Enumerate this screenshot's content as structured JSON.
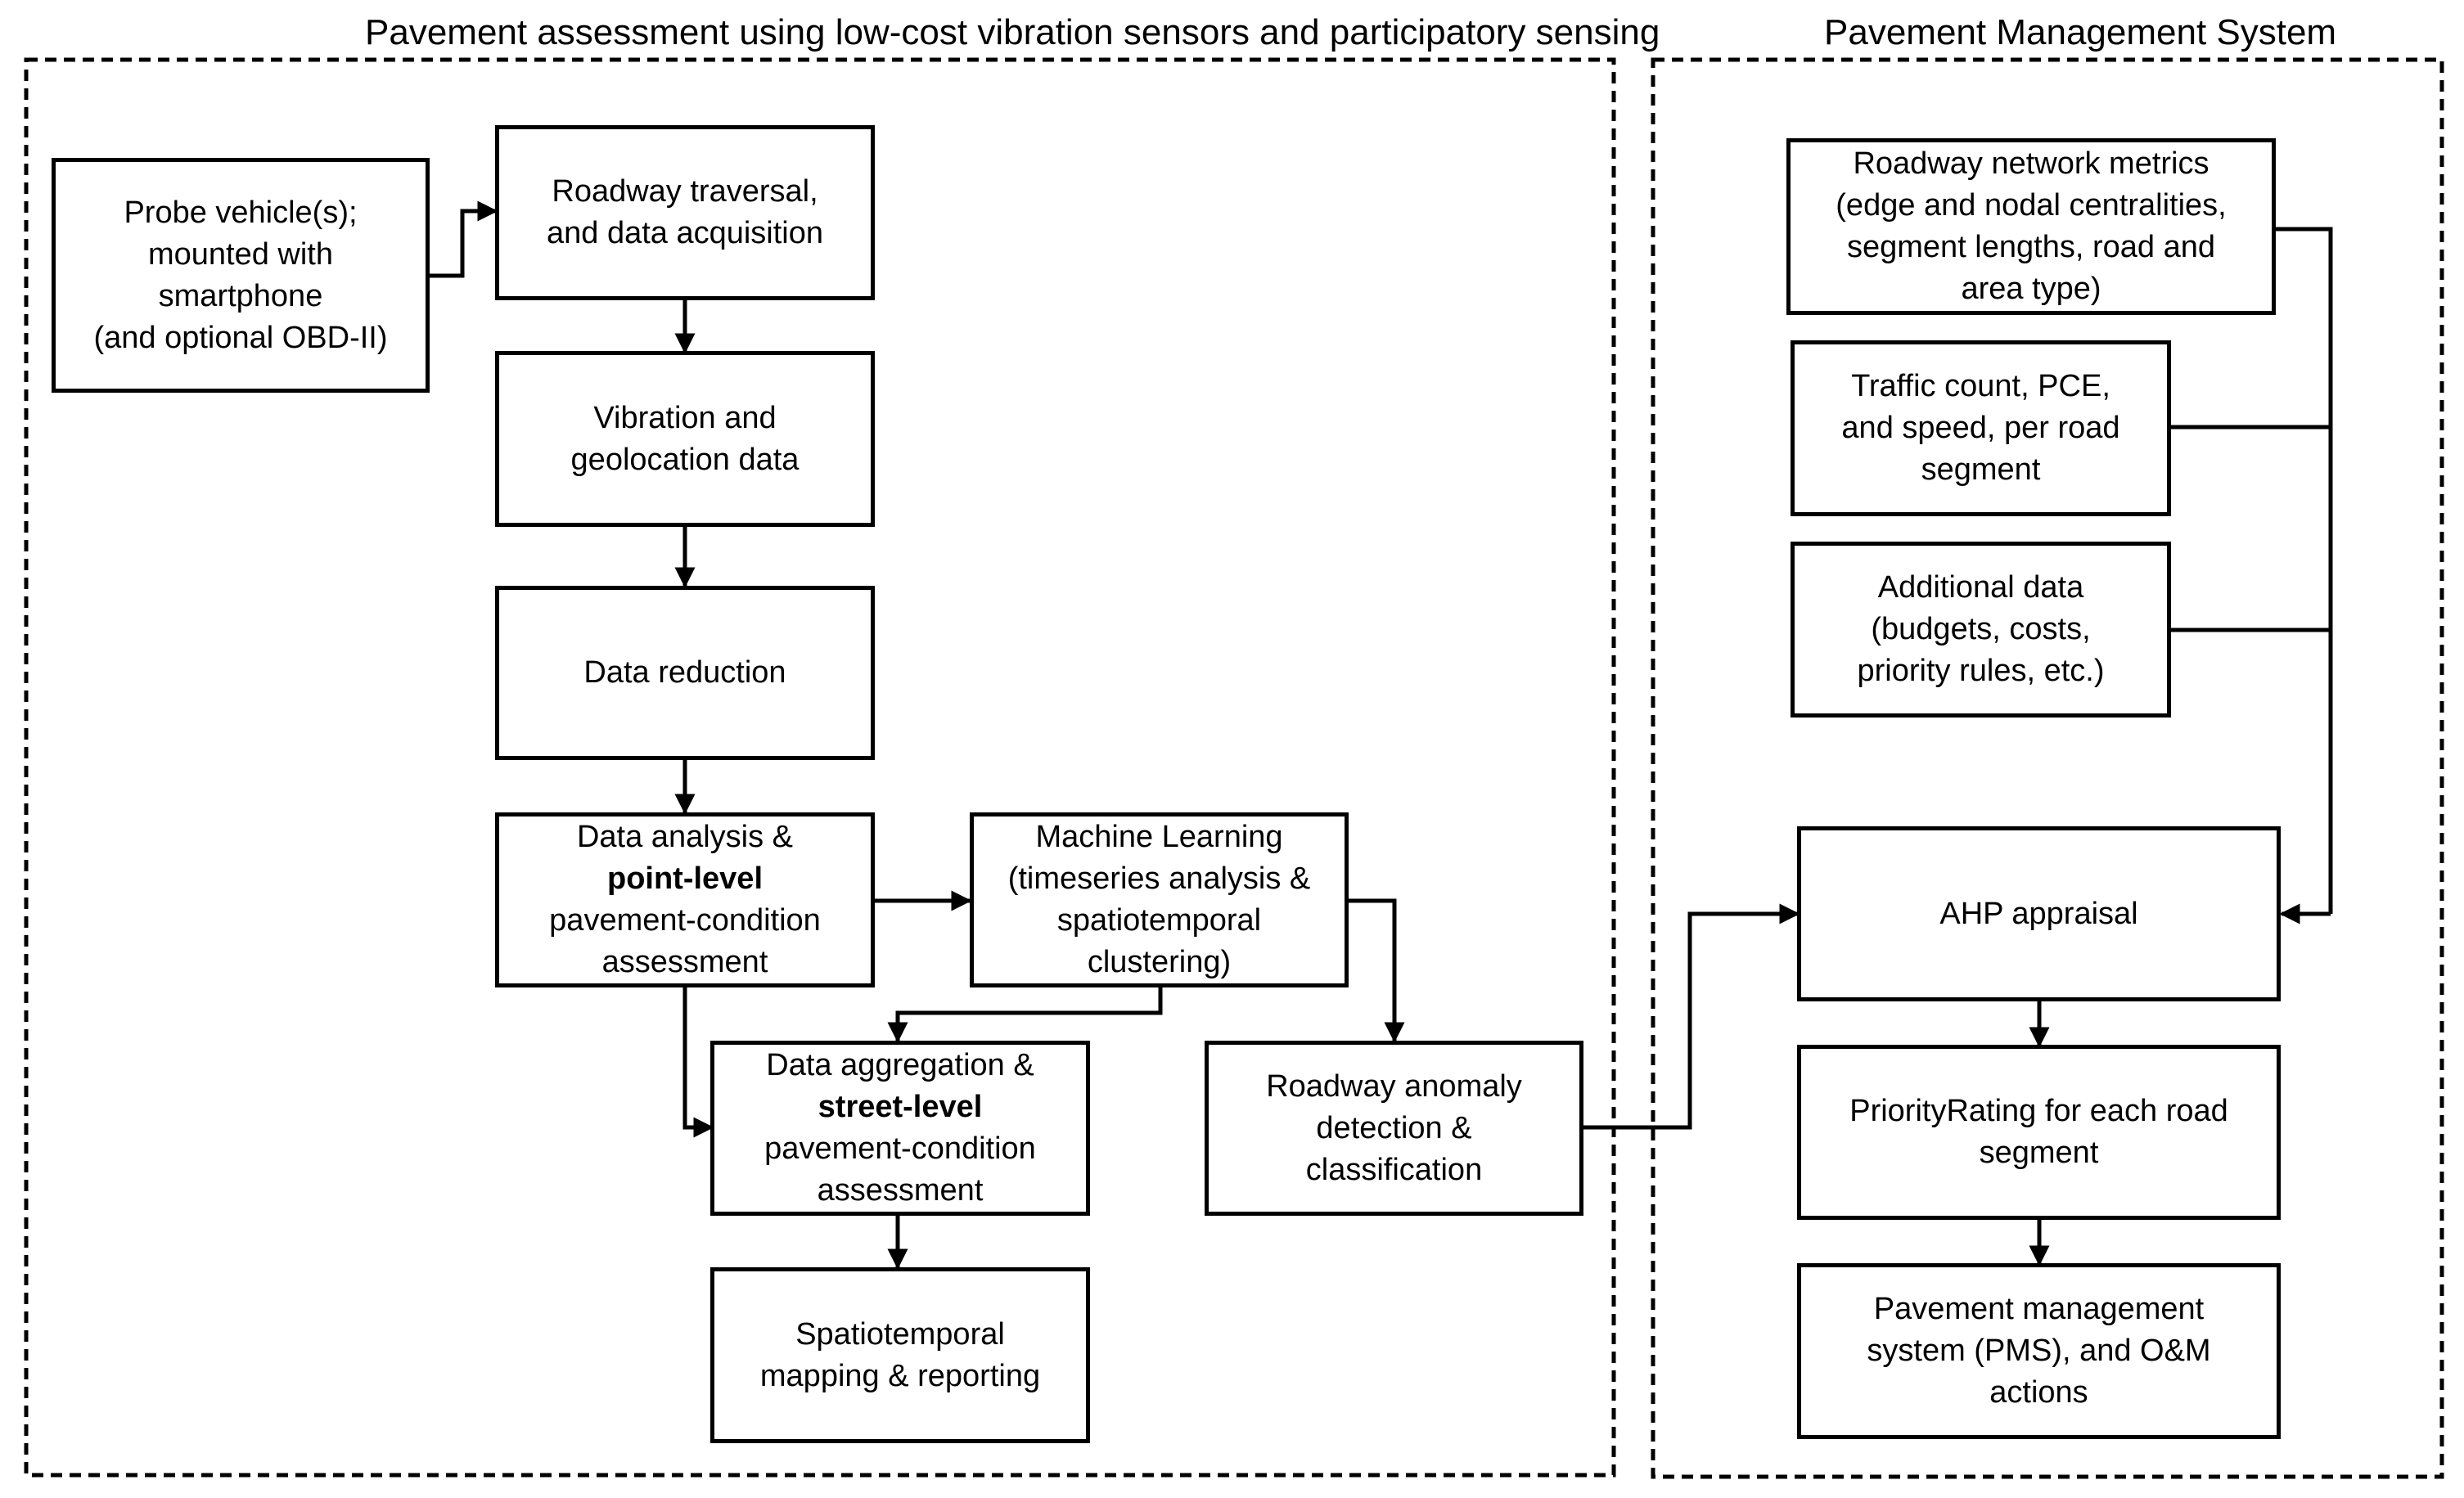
{
  "frames": {
    "left_title": [
      "Pavement assessment using low-cost vibration",
      "sensors and participatory sensing"
    ],
    "right_title": [
      "Pavement",
      "Management System"
    ]
  },
  "nodes": {
    "probe_vehicle": [
      "Probe vehicle(s);",
      "mounted with",
      "smartphone",
      "(and optional OBD-II)"
    ],
    "roadway_traversal": [
      "Roadway traversal,",
      "and data acquisition"
    ],
    "vibration_data": [
      "Vibration and",
      "geolocation data"
    ],
    "data_reduction": [
      "Data reduction"
    ],
    "data_analysis": {
      "line1": "Data analysis &",
      "bold": "point-level",
      "line3": "pavement-condition",
      "line4": "assessment"
    },
    "machine_learning": [
      "Machine Learning",
      "(timeseries analysis &",
      "spatiotemporal",
      "clustering)"
    ],
    "data_aggregation": {
      "line1": "Data aggregation &",
      "bold": "street-level",
      "line3": "pavement-condition",
      "line4": "assessment"
    },
    "anomaly_detection": [
      "Roadway anomaly",
      "detection &",
      "classification"
    ],
    "spatiotemporal_mapping": [
      "Spatiotemporal",
      "mapping & reporting"
    ],
    "network_metrics": [
      "Roadway network metrics",
      "(edge and nodal centralities,",
      "segment lengths, road and",
      "area type)"
    ],
    "traffic_count": [
      "Traffic count, PCE,",
      "and speed, per road",
      "segment"
    ],
    "additional_data": [
      "Additional data",
      "(budgets, costs,",
      "priority rules, etc.)"
    ],
    "ahp_appraisal": [
      "AHP appraisal"
    ],
    "priority_rating": [
      "PriorityRating for each road",
      "segment"
    ],
    "pms_actions": [
      "Pavement management",
      "system (PMS), and O&M",
      "actions"
    ]
  },
  "edges": [
    [
      "probe_vehicle",
      "roadway_traversal"
    ],
    [
      "roadway_traversal",
      "vibration_data"
    ],
    [
      "vibration_data",
      "data_reduction"
    ],
    [
      "data_reduction",
      "data_analysis"
    ],
    [
      "data_analysis",
      "machine_learning"
    ],
    [
      "data_analysis",
      "data_aggregation"
    ],
    [
      "machine_learning",
      "data_aggregation"
    ],
    [
      "machine_learning",
      "anomaly_detection"
    ],
    [
      "data_aggregation",
      "spatiotemporal_mapping"
    ],
    [
      "anomaly_detection",
      "ahp_appraisal"
    ],
    [
      "network_metrics",
      "ahp_appraisal"
    ],
    [
      "traffic_count",
      "ahp_appraisal"
    ],
    [
      "additional_data",
      "ahp_appraisal"
    ],
    [
      "ahp_appraisal",
      "priority_rating"
    ],
    [
      "priority_rating",
      "pms_actions"
    ]
  ]
}
